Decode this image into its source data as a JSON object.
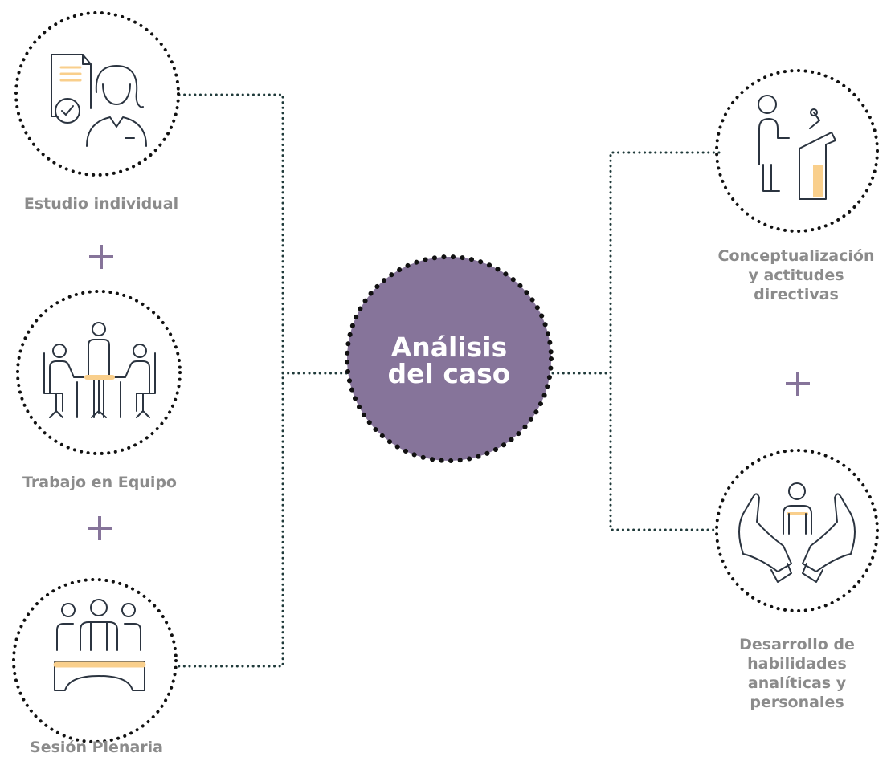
{
  "center": {
    "line1": "Análisis",
    "line2": "del caso"
  },
  "left": [
    {
      "label": "Estudio individual"
    },
    {
      "label": "Trabajo en Equipo"
    },
    {
      "label": "Sesión Plenaria"
    }
  ],
  "right": [
    {
      "line1": "Conceptualización",
      "line2": "y actitudes",
      "line3": "directivas"
    },
    {
      "line1": "Desarrollo de",
      "line2": "habilidades",
      "line3": "analíticas y",
      "line4": "personales"
    }
  ],
  "plus_sign": "+",
  "colors": {
    "center_fill": "#86749a",
    "plus": "#86749a",
    "label": "#8b8b8b",
    "line": "#1f3a3a",
    "icon_stroke": "#2b3440",
    "icon_accent": "#f9cf8c"
  }
}
